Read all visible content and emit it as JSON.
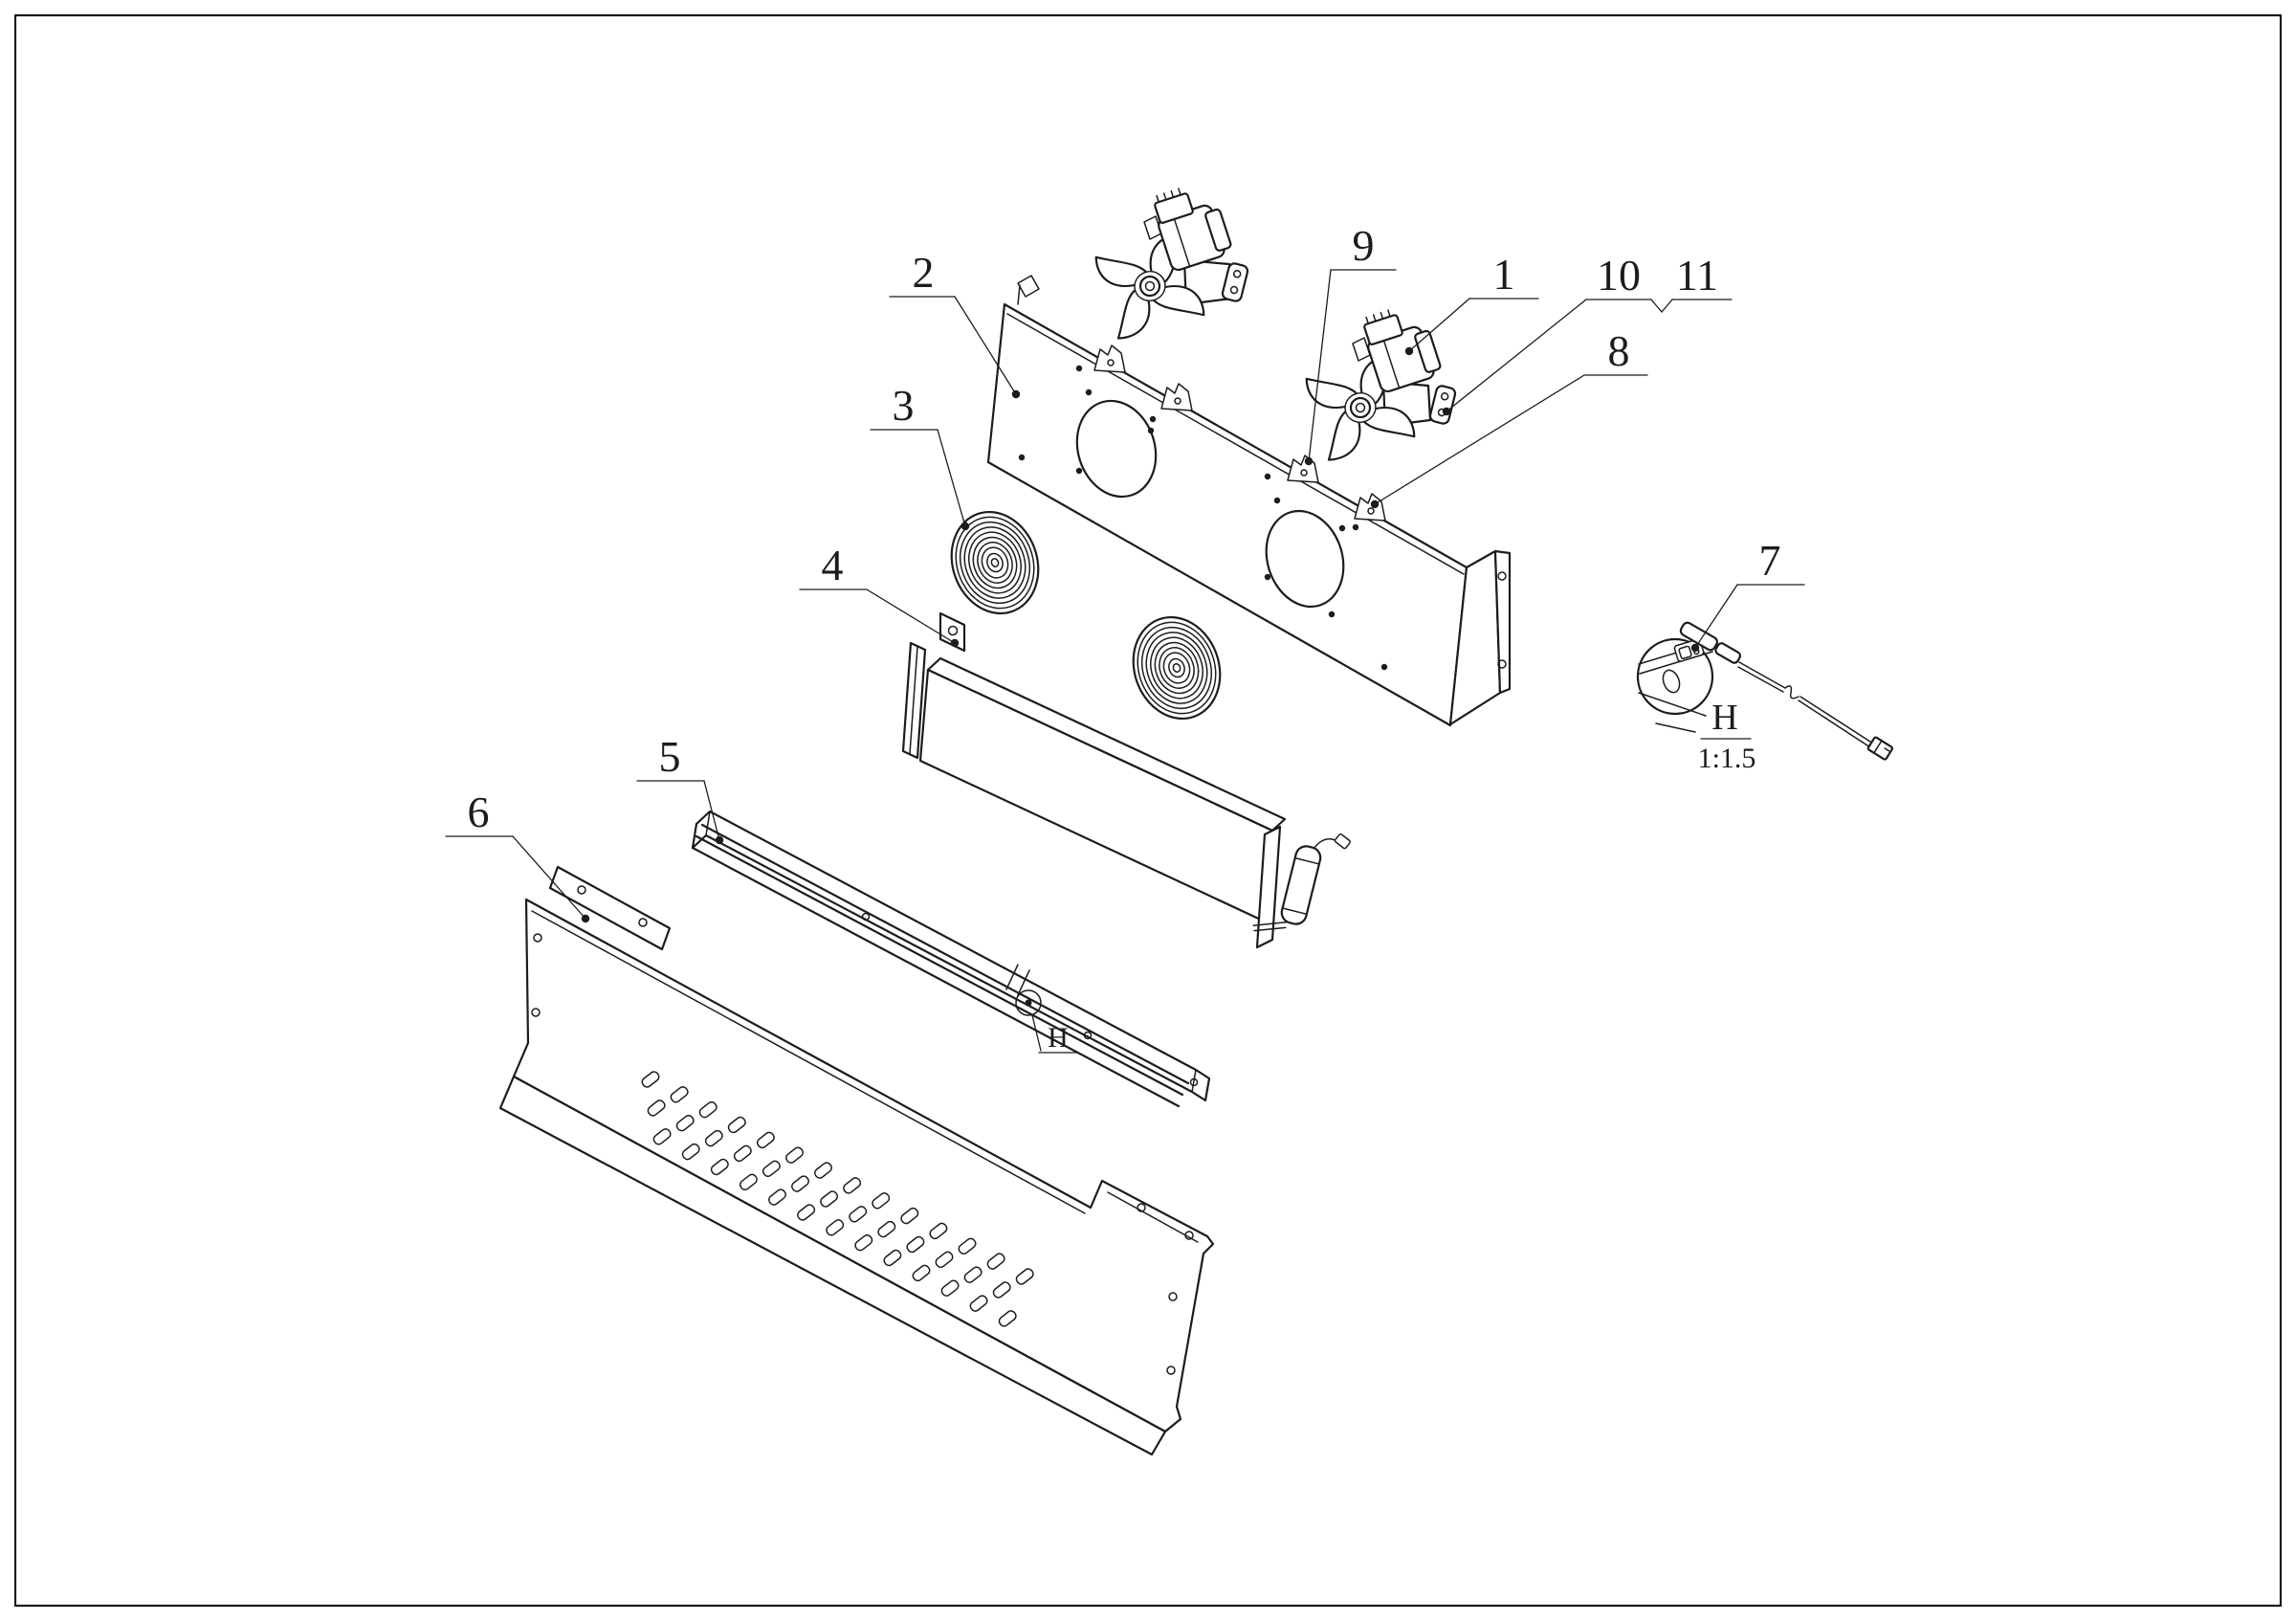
{
  "drawing": {
    "kind": "exploded-parts-line-drawing",
    "colors": {
      "line": "#1c1c1c",
      "background": "#ffffff"
    }
  },
  "labels": [
    {
      "num": "1"
    },
    {
      "num": "2"
    },
    {
      "num": "3"
    },
    {
      "num": "4"
    },
    {
      "num": "5"
    },
    {
      "num": "6"
    },
    {
      "num": "7"
    },
    {
      "num": "8"
    },
    {
      "num": "9"
    },
    {
      "num": "10"
    },
    {
      "num": "11"
    }
  ],
  "detail_view": {
    "title": "H",
    "scale": "1:1.5"
  },
  "section_callout": {
    "letter": "H"
  }
}
